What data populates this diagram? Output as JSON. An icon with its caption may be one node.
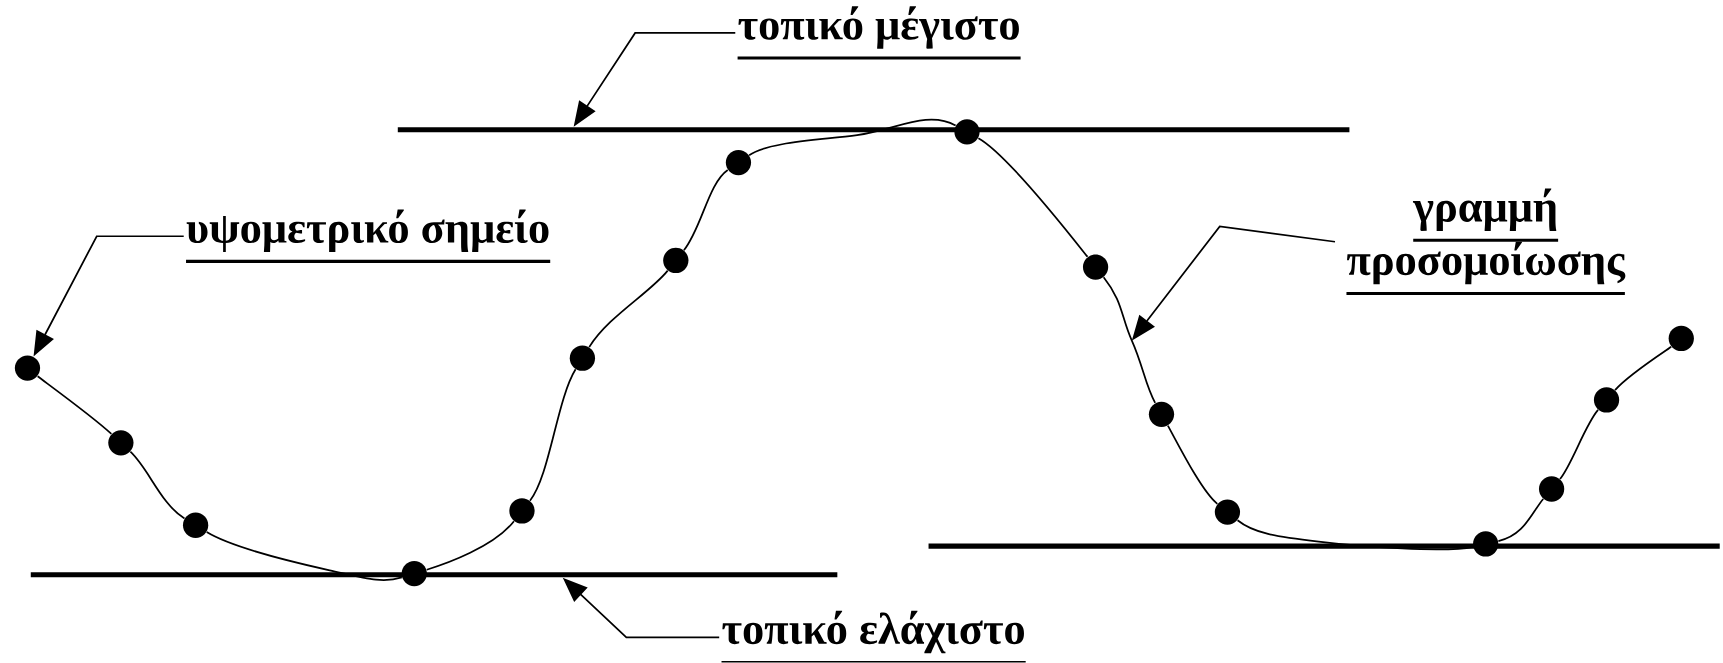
{
  "diagram": {
    "nodes": [
      {
        "text": [
          "τοπικό μέγιστο"
        ]
      },
      {
        "text": [],
        "shape": "line"
      },
      {
        "text": [
          "υψομετρικό σημείο"
        ]
      },
      {
        "text": [
          "γραμμή προσομοίωσης"
        ]
      },
      {
        "text": [],
        "shape": "circle"
      },
      {
        "text": [],
        "shape": "circle"
      },
      {
        "text": [],
        "shape": "circle"
      },
      {
        "text": [],
        "shape": "circle"
      },
      {
        "text": [],
        "shape": "circle"
      },
      {
        "text": [],
        "shape": "circle"
      },
      {
        "text": [],
        "shape": "circle"
      },
      {
        "text": [],
        "shape": "circle"
      },
      {
        "text": [],
        "shape": "circle"
      },
      {
        "text": [],
        "shape": "circle"
      },
      {
        "text": [],
        "shape": "circle"
      },
      {
        "text": [],
        "shape": "circle"
      },
      {
        "text": [],
        "shape": "circle"
      },
      {
        "text": [],
        "shape": "circle"
      },
      {
        "text": [],
        "shape": "circle"
      },
      {
        "text": [],
        "shape": "circle"
      },
      {
        "text": [],
        "shape": "line"
      },
      {
        "text": [],
        "shape": "line"
      },
      {
        "text": [
          "τοπικό ελάχιστο"
        ]
      }
    ],
    "edges": [
      {
        "from": 0,
        "to": 1,
        "arrow": "to"
      },
      {
        "from": 2,
        "to": 4,
        "arrow": "to"
      },
      {
        "from": 3,
        "to": null,
        "arrow": "to"
      },
      {
        "from": 22,
        "to": 20,
        "arrow": "to"
      },
      {
        "from": 4,
        "to": 5,
        "arrow": "none"
      },
      {
        "from": 5,
        "to": 6,
        "arrow": "none"
      },
      {
        "from": 6,
        "to": 7,
        "arrow": "none"
      },
      {
        "from": 7,
        "to": 8,
        "arrow": "none"
      },
      {
        "from": 8,
        "to": 9,
        "arrow": "none"
      },
      {
        "from": 9,
        "to": 10,
        "arrow": "none"
      },
      {
        "from": 10,
        "to": 11,
        "arrow": "none"
      },
      {
        "from": 11,
        "to": 12,
        "arrow": "none"
      },
      {
        "from": 12,
        "to": 13,
        "arrow": "none"
      },
      {
        "from": 13,
        "to": 14,
        "arrow": "none"
      },
      {
        "from": 14,
        "to": 15,
        "arrow": "none"
      },
      {
        "from": 15,
        "to": 16,
        "arrow": "none"
      },
      {
        "from": 16,
        "to": 17,
        "arrow": "none"
      },
      {
        "from": 17,
        "to": 18,
        "arrow": "none"
      },
      {
        "from": 18,
        "to": 19,
        "arrow": "none"
      }
    ]
  }
}
